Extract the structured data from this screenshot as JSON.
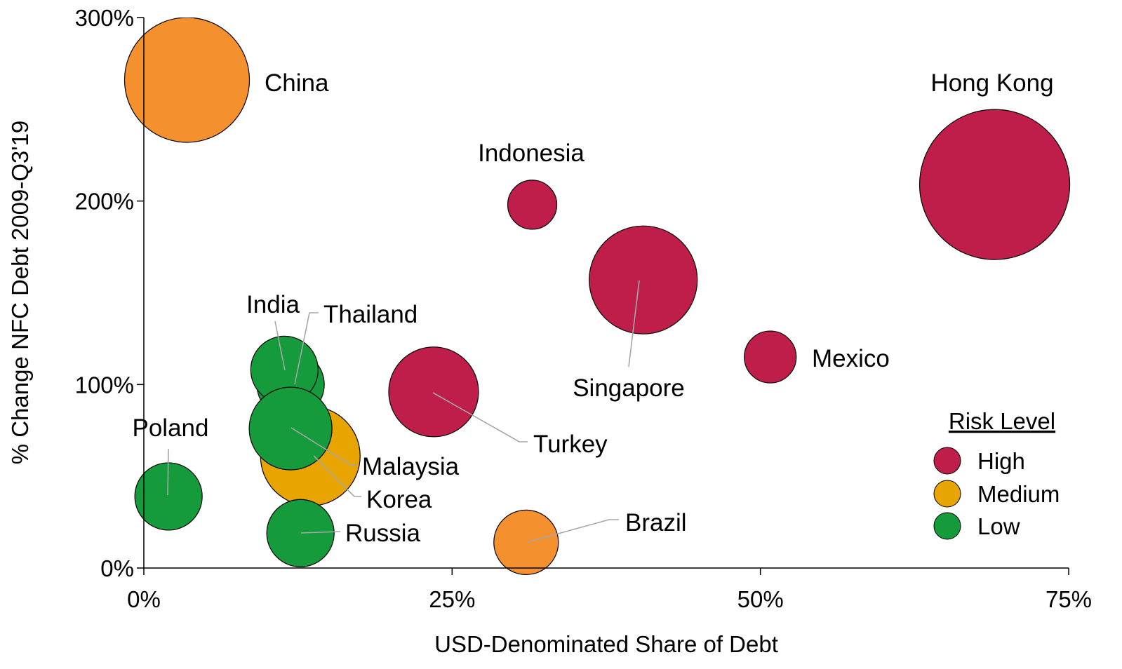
{
  "chart_data": {
    "type": "scatter",
    "subtype": "bubble",
    "xlabel": "USD-Denominated Share of Debt",
    "ylabel": "% Change NFC Debt 2009-Q3'19",
    "xlim": [
      0,
      75
    ],
    "ylim": [
      0,
      300
    ],
    "x_ticks": [
      0,
      25,
      50,
      75
    ],
    "x_tick_labels": [
      "0%",
      "25%",
      "50%",
      "75%"
    ],
    "y_ticks": [
      0,
      100,
      200,
      300
    ],
    "y_tick_labels": [
      "0%",
      "100%",
      "200%",
      "300%"
    ],
    "grid": false,
    "legend": {
      "title": "Risk Level",
      "position": "right",
      "items": [
        {
          "name": "High",
          "color": "#BF1E4B"
        },
        {
          "name": "Medium",
          "color": "#E8A400"
        },
        {
          "name": "Low",
          "color": "#159A3C"
        }
      ]
    },
    "colors": {
      "High": "#BF1E4B",
      "Medium": "#F5902E",
      "Low": "#159A3C",
      "MediumAlt": "#E8A400",
      "leader": "#A6A6A6"
    },
    "points": [
      {
        "label": "China",
        "x": 3.5,
        "y": 266,
        "size": 89,
        "risk": "Medium",
        "color_key": "Medium"
      },
      {
        "label": "Hong Kong",
        "x": 69,
        "y": 209,
        "size": 107,
        "risk": "High",
        "color_key": "High"
      },
      {
        "label": "Indonesia",
        "x": 31.5,
        "y": 198,
        "size": 35,
        "risk": "High",
        "color_key": "High"
      },
      {
        "label": "Singapore",
        "x": 40.5,
        "y": 157,
        "size": 77,
        "risk": "High",
        "color_key": "High"
      },
      {
        "label": "Mexico",
        "x": 50.8,
        "y": 115,
        "size": 37,
        "risk": "High",
        "color_key": "High"
      },
      {
        "label": "Turkey",
        "x": 23.5,
        "y": 96,
        "size": 64,
        "risk": "High",
        "color_key": "High"
      },
      {
        "label": "Malaysia",
        "x": 13.5,
        "y": 61,
        "size": 71,
        "risk": "Medium",
        "color_key": "MediumAlt"
      },
      {
        "label": "Thailand",
        "x": 11.9,
        "y": 100,
        "size": 48,
        "risk": "Low",
        "color_key": "Low"
      },
      {
        "label": "India",
        "x": 11.4,
        "y": 108,
        "size": 48,
        "risk": "Low",
        "color_key": "Low"
      },
      {
        "label": "Korea",
        "x": 11.9,
        "y": 76,
        "size": 59,
        "risk": "Low",
        "color_key": "Low"
      },
      {
        "label": "Poland",
        "x": 2,
        "y": 39,
        "size": 48,
        "risk": "Low",
        "color_key": "Low"
      },
      {
        "label": "Russia",
        "x": 12.7,
        "y": 19,
        "size": 48,
        "risk": "Low",
        "color_key": "Low"
      },
      {
        "label": "Brazil",
        "x": 31,
        "y": 14,
        "size": 46,
        "risk": "Medium",
        "color_key": "Medium"
      }
    ]
  }
}
